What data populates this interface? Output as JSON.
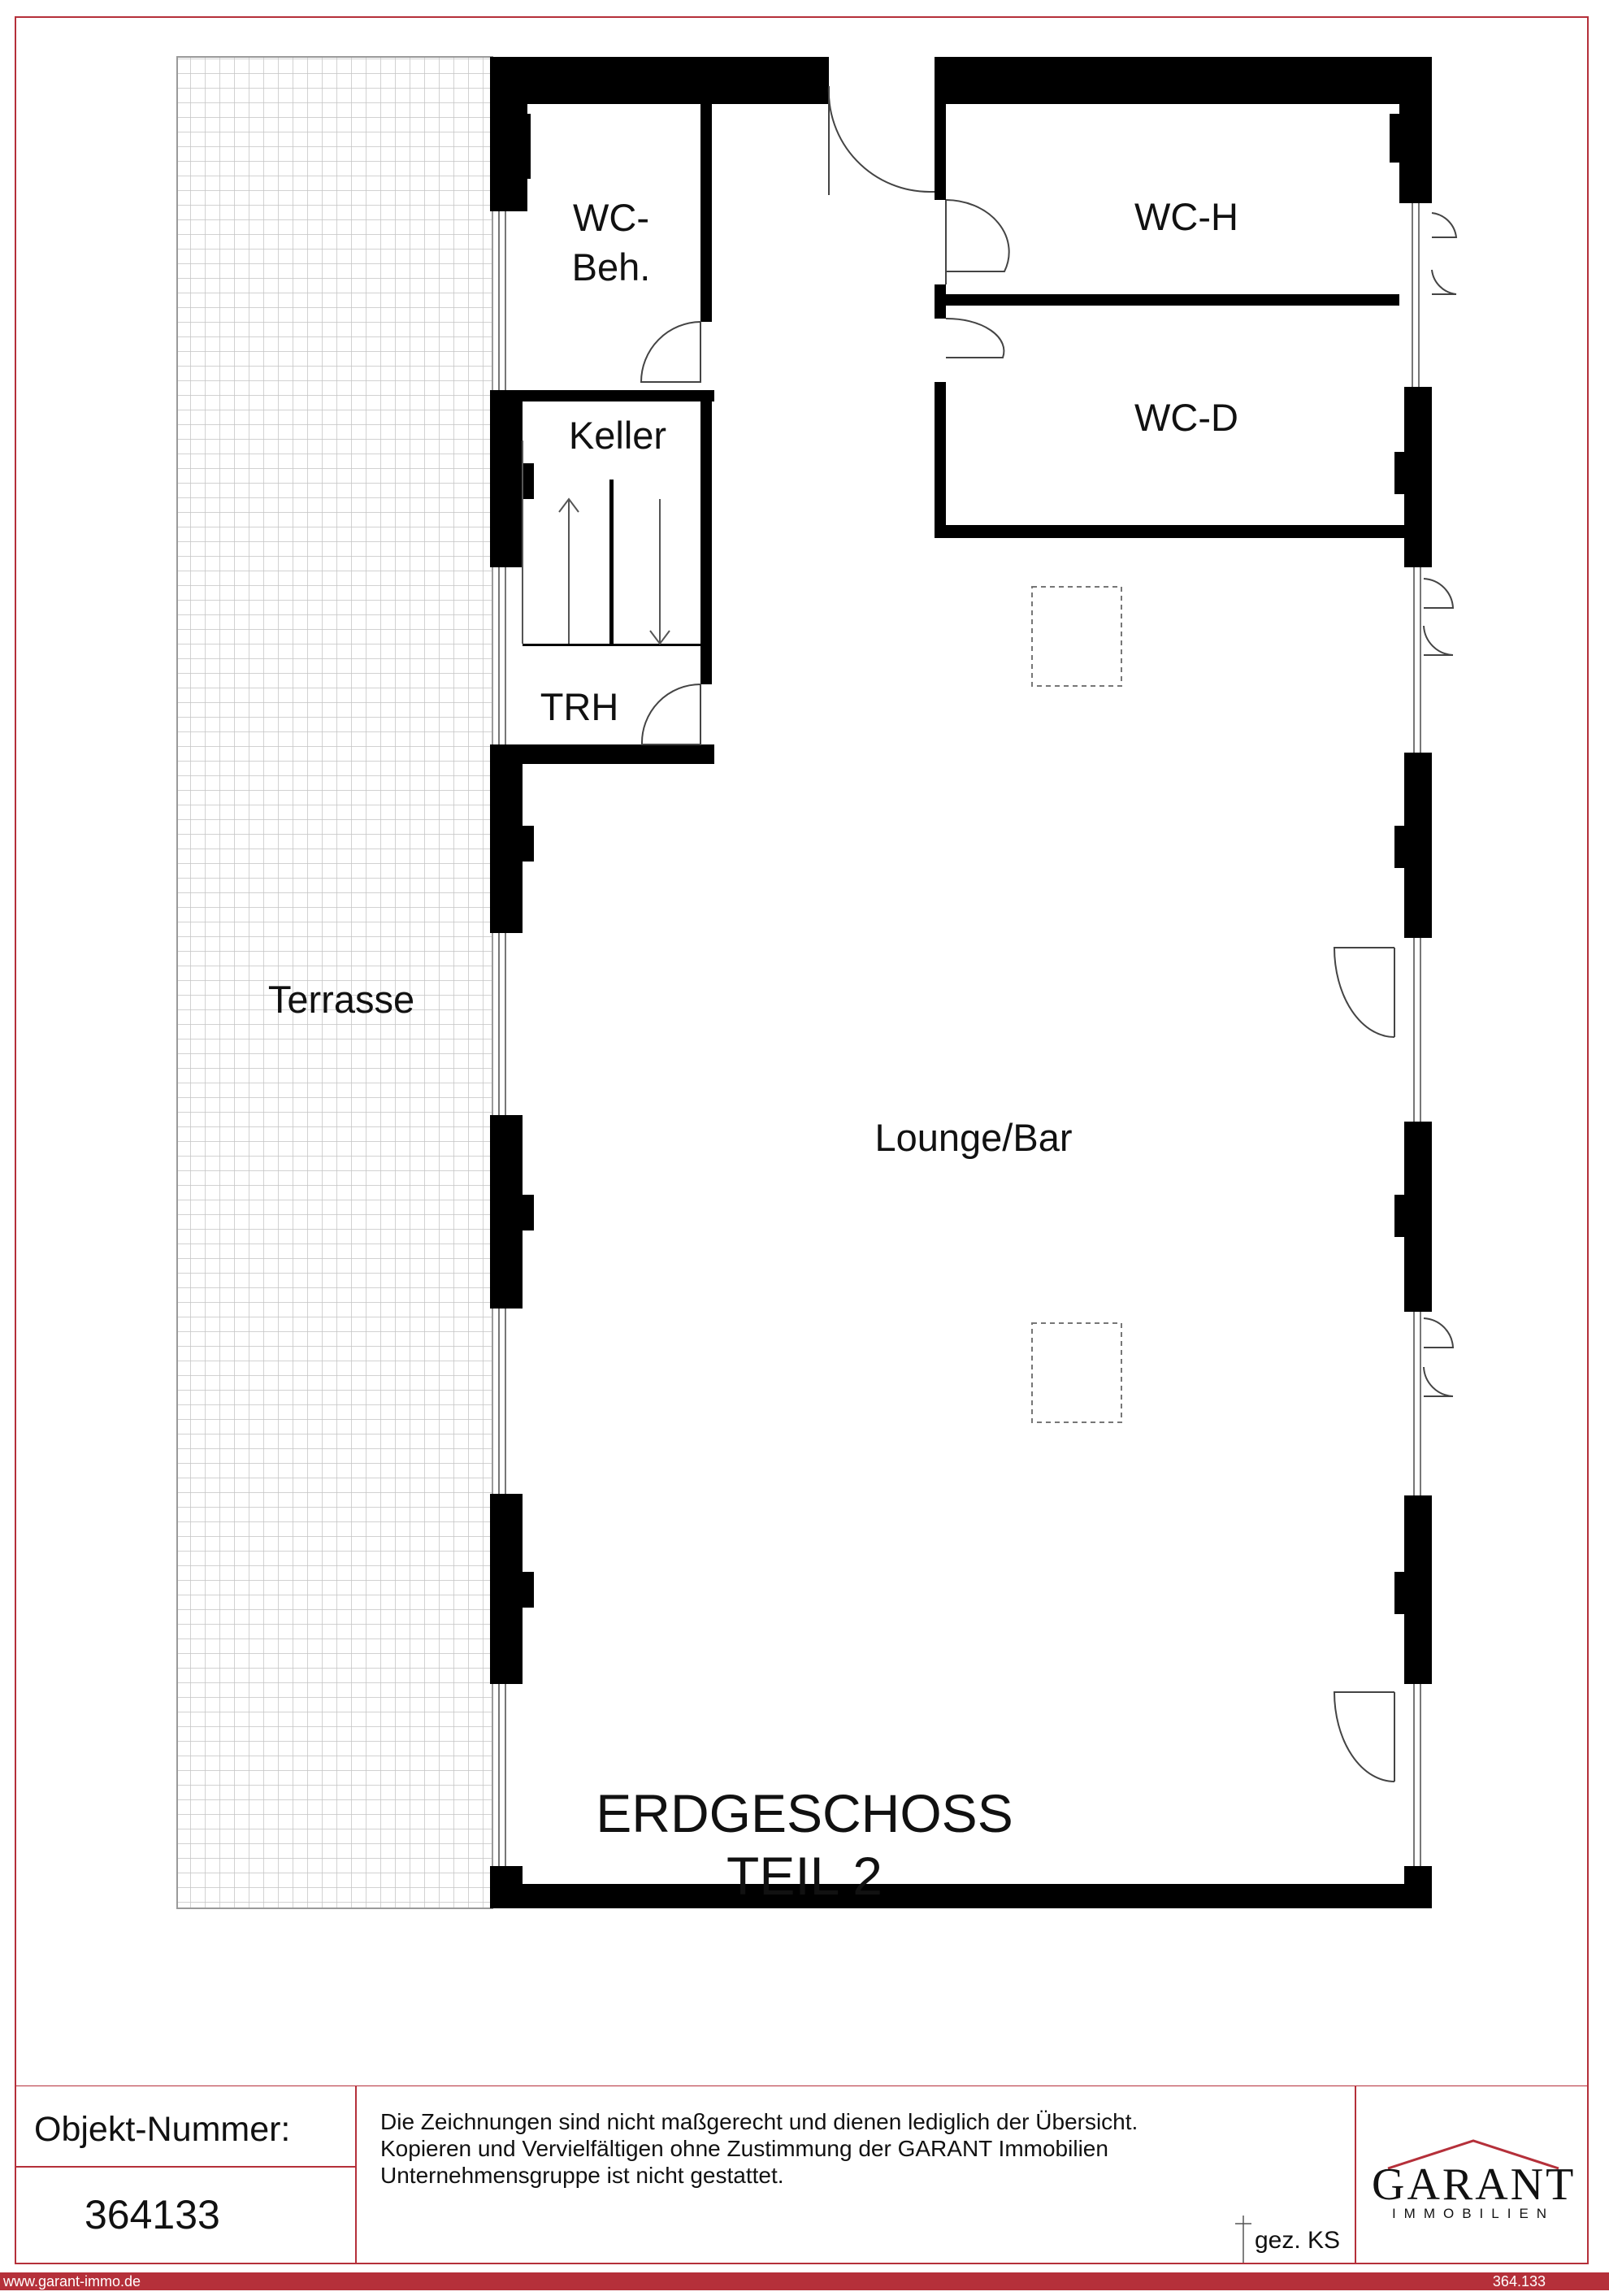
{
  "plan": {
    "rooms": {
      "wc_beh": [
        "WC-",
        "Beh."
      ],
      "wc_h": "WC-H",
      "wc_d": "WC-D",
      "keller": "Keller",
      "trh": "TRH",
      "terrasse": "Terrasse",
      "lounge": "Lounge/Bar"
    },
    "wall_color": "#000000",
    "grid_color": "#c4c4c4"
  },
  "title": {
    "line1": "ERDGESCHOSS",
    "line2": "TEIL 2"
  },
  "footer": {
    "object_label": "Objekt-Nummer:",
    "object_number": "364133",
    "disclaimer": [
      "Die Zeichnungen sind nicht maßgerecht und dienen lediglich der Übersicht.",
      "Kopieren und Vervielfältigen ohne Zustimmung der GARANT Immobilien",
      "Unternehmensgruppe ist nicht gestattet."
    ],
    "signature": "gez. KS",
    "logo_main": "GARANT",
    "logo_sub": "IMMOBILIEN"
  },
  "bottom_bar": {
    "url": "www.garant-immo.de",
    "code": "364.133"
  },
  "colors": {
    "brand_red": "#b5303a"
  }
}
